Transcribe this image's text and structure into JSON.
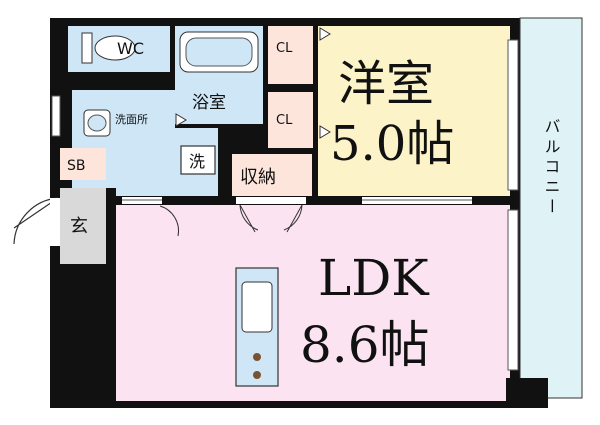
{
  "rooms": {
    "wc": "WC",
    "bath": "浴室",
    "washroom": "洗面所",
    "wash_machine": "洗",
    "shoe_box": "SB",
    "entrance": "玄",
    "closet_1": "CL",
    "closet_2": "CL",
    "storage": "収納",
    "western_name": "洋室",
    "western_size": "5.0帖",
    "ldk_name": "LDK",
    "ldk_size": "8.6帖",
    "balcony": "バルコニー"
  },
  "colors": {
    "wall": "#111111",
    "wet_area": "#cfe6f7",
    "closet": "#fde5dc",
    "western_room": "#fcf3c8",
    "ldk": "#fbe3f1",
    "balcony": "#dff3f7",
    "entrance": "#d9d9d9",
    "kitchen": "#cfe6f7"
  }
}
